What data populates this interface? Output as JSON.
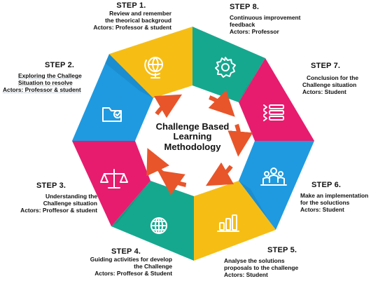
{
  "center": {
    "line1": "Challenge Based",
    "line2": "Learning",
    "line3": "Methodology"
  },
  "colors": {
    "yellow": "#f6be14",
    "teal": "#16a88f",
    "magenta": "#e71c6e",
    "blue": "#1f9ae0",
    "arrow": "#e8552a"
  },
  "steps": [
    {
      "id": 1,
      "title": "STEP 1.",
      "lines": [
        "Review and remember",
        "the theorical backgroud",
        "Actors: Professor & student"
      ],
      "icon": "globe-icon"
    },
    {
      "id": 2,
      "title": "STEP 2.",
      "lines": [
        "Exploring the Challege",
        "Situation to resolve",
        "Actors: Professor &  student"
      ],
      "icon": "folder-check-icon"
    },
    {
      "id": 3,
      "title": "STEP 3.",
      "lines": [
        "Understanding the",
        "Challenge situation",
        "Actors: Proffesor & student"
      ],
      "icon": "balance-scale-icon"
    },
    {
      "id": 4,
      "title": "STEP 4.",
      "lines": [
        "Guiding activities for develop",
        "the Challenge",
        "Actors: Proffesor & Student"
      ],
      "icon": "world-grid-icon"
    },
    {
      "id": 5,
      "title": "STEP 5.",
      "lines": [
        "Analyse the solutions",
        "proposals to the challenge",
        "Actors: Student"
      ],
      "icon": "bar-chart-icon"
    },
    {
      "id": 6,
      "title": "STEP 6.",
      "lines": [
        "Make an implementation",
        "for the soluctions",
        "Actors: Student"
      ],
      "icon": "team-icon"
    },
    {
      "id": 7,
      "title": "STEP 7.",
      "lines": [
        "Conclusion for the",
        "Challenge situation",
        "Actors: Student"
      ],
      "icon": "checklist-icon"
    },
    {
      "id": 8,
      "title": "STEP 8.",
      "lines": [
        "Continuous improvement",
        "feedback",
        "Actors: Professor"
      ],
      "icon": "gear-icon"
    }
  ]
}
